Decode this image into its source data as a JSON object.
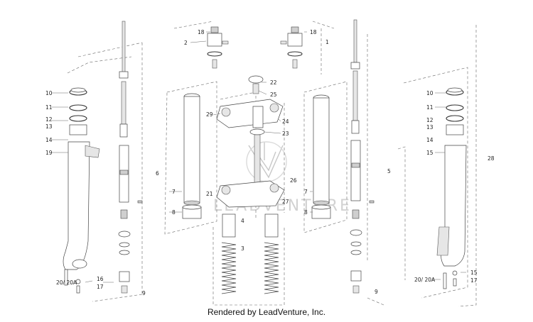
{
  "caption": "Rendered by LeadVenture, Inc.",
  "watermark": "LEADVENTURE",
  "callouts": {
    "c10L": "10",
    "c11L": "11",
    "c12L": "12",
    "c13L": "13",
    "c14L": "14",
    "c19L": "19",
    "c20L": "20/ 20A",
    "c16L": "16",
    "c17L": "17",
    "c9L": "9",
    "c6": "6",
    "c7L": "7",
    "c8L": "8",
    "c18L": "18",
    "c2": "2",
    "c18R": "18",
    "c1": "1",
    "c22": "22",
    "c25": "25",
    "c29": "29",
    "c24": "24",
    "c23": "23",
    "c26": "26",
    "c21": "21",
    "c27": "27",
    "c4": "4",
    "c3": "3",
    "c7R": "7",
    "c8R": "8",
    "c5": "5",
    "c9R": "9",
    "c10R": "10",
    "c11R": "11",
    "c12R": "12",
    "c13R": "13",
    "c14R": "14",
    "c15R": "15",
    "c28": "28",
    "c20R": "20/ 20A",
    "c15Rb": "15",
    "c17R": "17"
  }
}
